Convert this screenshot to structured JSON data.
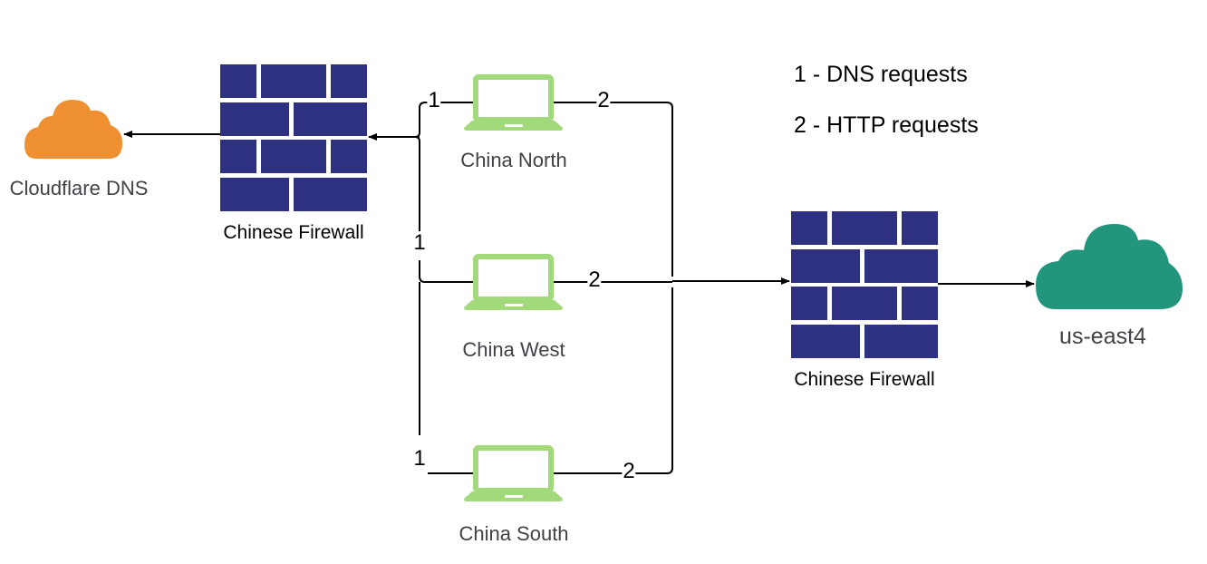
{
  "legend": {
    "items": [
      {
        "key": "1",
        "text": "1 - DNS requests"
      },
      {
        "key": "2",
        "text": "2 - HTTP requests"
      }
    ]
  },
  "nodes": {
    "cloudflare_dns": {
      "label": "Cloudflare DNS",
      "icon": "cloud-icon",
      "color": "#ef9132"
    },
    "firewall_left": {
      "label": "Chinese Firewall",
      "icon": "firewall-icon",
      "color": "#2e3080"
    },
    "china_north": {
      "label": "China North",
      "icon": "laptop-icon",
      "color": "#a1d97b"
    },
    "china_west": {
      "label": "China West",
      "icon": "laptop-icon",
      "color": "#a1d97b"
    },
    "china_south": {
      "label": "China South",
      "icon": "laptop-icon",
      "color": "#a1d97b"
    },
    "firewall_right": {
      "label": "Chinese Firewall",
      "icon": "firewall-icon",
      "color": "#2e3080"
    },
    "us_east4": {
      "label": "us-east4",
      "icon": "cloud-icon",
      "color": "#22967c"
    }
  },
  "edges": {
    "north_dns": "1",
    "north_http": "2",
    "west_dns": "1",
    "west_http": "2",
    "south_dns": "1",
    "south_http": "2"
  }
}
